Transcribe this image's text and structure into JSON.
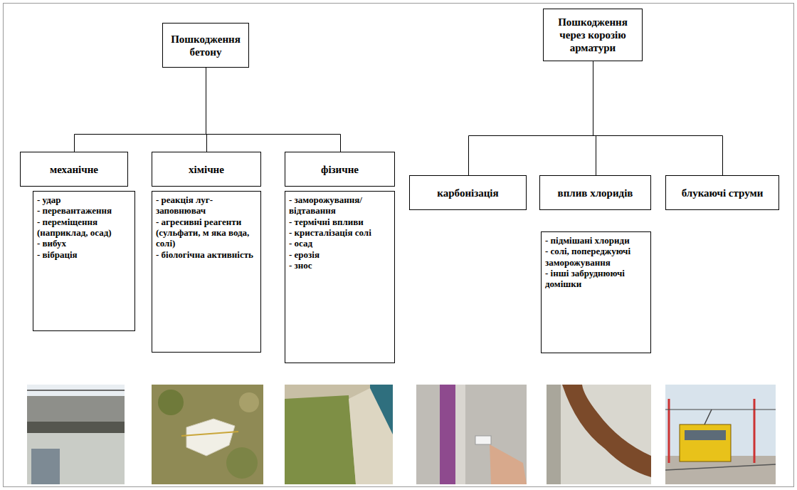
{
  "diagram": {
    "nodes": [
      {
        "text": [
          "Пошкодження бетону"
        ]
      },
      {
        "text": [
          "Пошкодження через корозію арматури"
        ]
      },
      {
        "text": [
          "механічне"
        ]
      },
      {
        "text": [
          "хімічне"
        ]
      },
      {
        "text": [
          "фізичне"
        ]
      },
      {
        "text": [
          "карбонізація"
        ]
      },
      {
        "text": [
          "вплив хлоридів"
        ]
      },
      {
        "text": [
          "блукаючі струми"
        ]
      },
      {
        "text": [
          "- удар",
          "- перевантаження",
          "- переміщення (наприклад, осад)",
          "- вибух",
          "- вібрація"
        ]
      },
      {
        "text": [
          "- реакція луг-заповнювач",
          "- агресивні реагенти (сульфати, м яка вода, солі)",
          "- біологічна активність"
        ]
      },
      {
        "text": [
          "- заморожування/ відтавання",
          "- термічні впливи",
          "- кристалізація солі",
          "- осад",
          "- ерозія",
          "- знос"
        ]
      },
      {
        "text": [
          "- підмішані хлориди",
          "- солі, попереджуючі заморожування",
          "- інші забруднюючі домішки"
        ]
      }
    ],
    "edges": [
      {
        "from": 0,
        "to": 2,
        "arrow": "none"
      },
      {
        "from": 0,
        "to": 3,
        "arrow": "none"
      },
      {
        "from": 0,
        "to": 4,
        "arrow": "none"
      },
      {
        "from": 1,
        "to": 5,
        "arrow": "none"
      },
      {
        "from": 1,
        "to": 6,
        "arrow": "none"
      },
      {
        "from": 1,
        "to": 7,
        "arrow": "none"
      }
    ]
  }
}
